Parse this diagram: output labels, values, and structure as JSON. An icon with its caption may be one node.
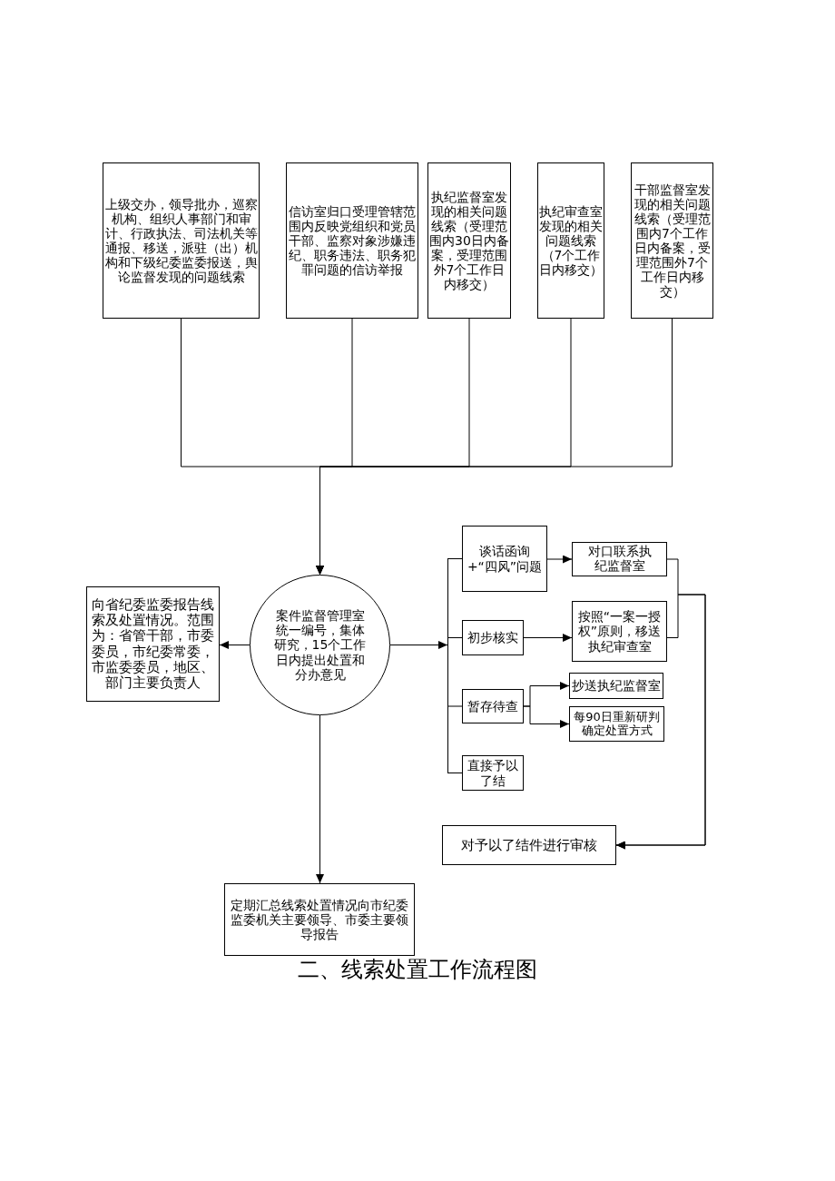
{
  "diagram": {
    "caption": "二、线索处置工作流程图",
    "nodes": [
      {
        "text": [
          "上级交办，领导批办，巡察机构、组织人事部门和审计、行政执法、司法机关等通报、移送，派驻（出）机构和下级纪委监委报送，舆论监督发现的问题线索"
        ]
      },
      {
        "text": [
          "信访室归口受理管辖范围内反映党组织和党员干部、监察对象涉嫌违纪、职务违法、职务犯罪问题的信访举报"
        ]
      },
      {
        "text": [
          "执纪监督室发现的相关问题线索（受理范围内30日内备案，受理范围外7个工作日内移交）"
        ]
      },
      {
        "text": [
          "执纪审查室发现的相关问题线索（7个工作日内移交）"
        ]
      },
      {
        "text": [
          "干部监督室发现的相关问题线索（受理范围内7个工作日内备案，受理范围外7个工作日内移交）"
        ]
      },
      {
        "text": [
          "案件监督管理室统一编号，集体研究，15个工作日内提出处置和分办意见"
        ]
      },
      {
        "text": [
          "向省纪委监委报告线索及处置情况。范围为：省管干部，市委委员，市纪委常委，市监委委员，地区、部门主要负责人"
        ]
      },
      {
        "text": [
          "谈话函询+“四风”问题"
        ]
      },
      {
        "text": [
          "对口联系执纪监督室"
        ]
      },
      {
        "text": [
          "初步核实"
        ]
      },
      {
        "text": [
          "按照“一案一授权”原则，移送执纪审查室"
        ]
      },
      {
        "text": [
          "暂存待查"
        ]
      },
      {
        "text": [
          "抄送执纪监督室"
        ]
      },
      {
        "text": [
          "每90日重新研判确定处置方式"
        ]
      },
      {
        "text": [
          "直接予以了结"
        ]
      },
      {
        "text": [
          "对予以了结件进行审核"
        ]
      },
      {
        "text": [
          "定期汇总线索处置情况向市纪委监委机关主要领导、市委主要领导报告"
        ]
      },
      {
        "text": [],
        "shape": "bar"
      }
    ],
    "edges": [
      {
        "from": 0,
        "to": 5,
        "arrow": "to"
      },
      {
        "from": 1,
        "to": 5,
        "arrow": "to"
      },
      {
        "from": 2,
        "to": 5,
        "arrow": "to"
      },
      {
        "from": 3,
        "to": 5,
        "arrow": "to"
      },
      {
        "from": 4,
        "to": 5,
        "arrow": "to"
      },
      {
        "from": 5,
        "to": 6,
        "arrow": "to"
      },
      {
        "from": 5,
        "to": 17,
        "arrow": "to"
      },
      {
        "from": 17,
        "to": 7,
        "arrow": "none"
      },
      {
        "from": 17,
        "to": 9,
        "arrow": "none"
      },
      {
        "from": 17,
        "to": 11,
        "arrow": "none"
      },
      {
        "from": 17,
        "to": 14,
        "arrow": "none"
      },
      {
        "from": 7,
        "to": 8,
        "arrow": "to"
      },
      {
        "from": 9,
        "to": 10,
        "arrow": "to"
      },
      {
        "from": 11,
        "to": 12,
        "arrow": "to"
      },
      {
        "from": 11,
        "to": 13,
        "arrow": "to"
      },
      {
        "from": 8,
        "to": 15,
        "arrow": "to"
      },
      {
        "from": 10,
        "to": 15,
        "arrow": "to"
      },
      {
        "from": 5,
        "to": 16,
        "arrow": "to"
      }
    ]
  }
}
